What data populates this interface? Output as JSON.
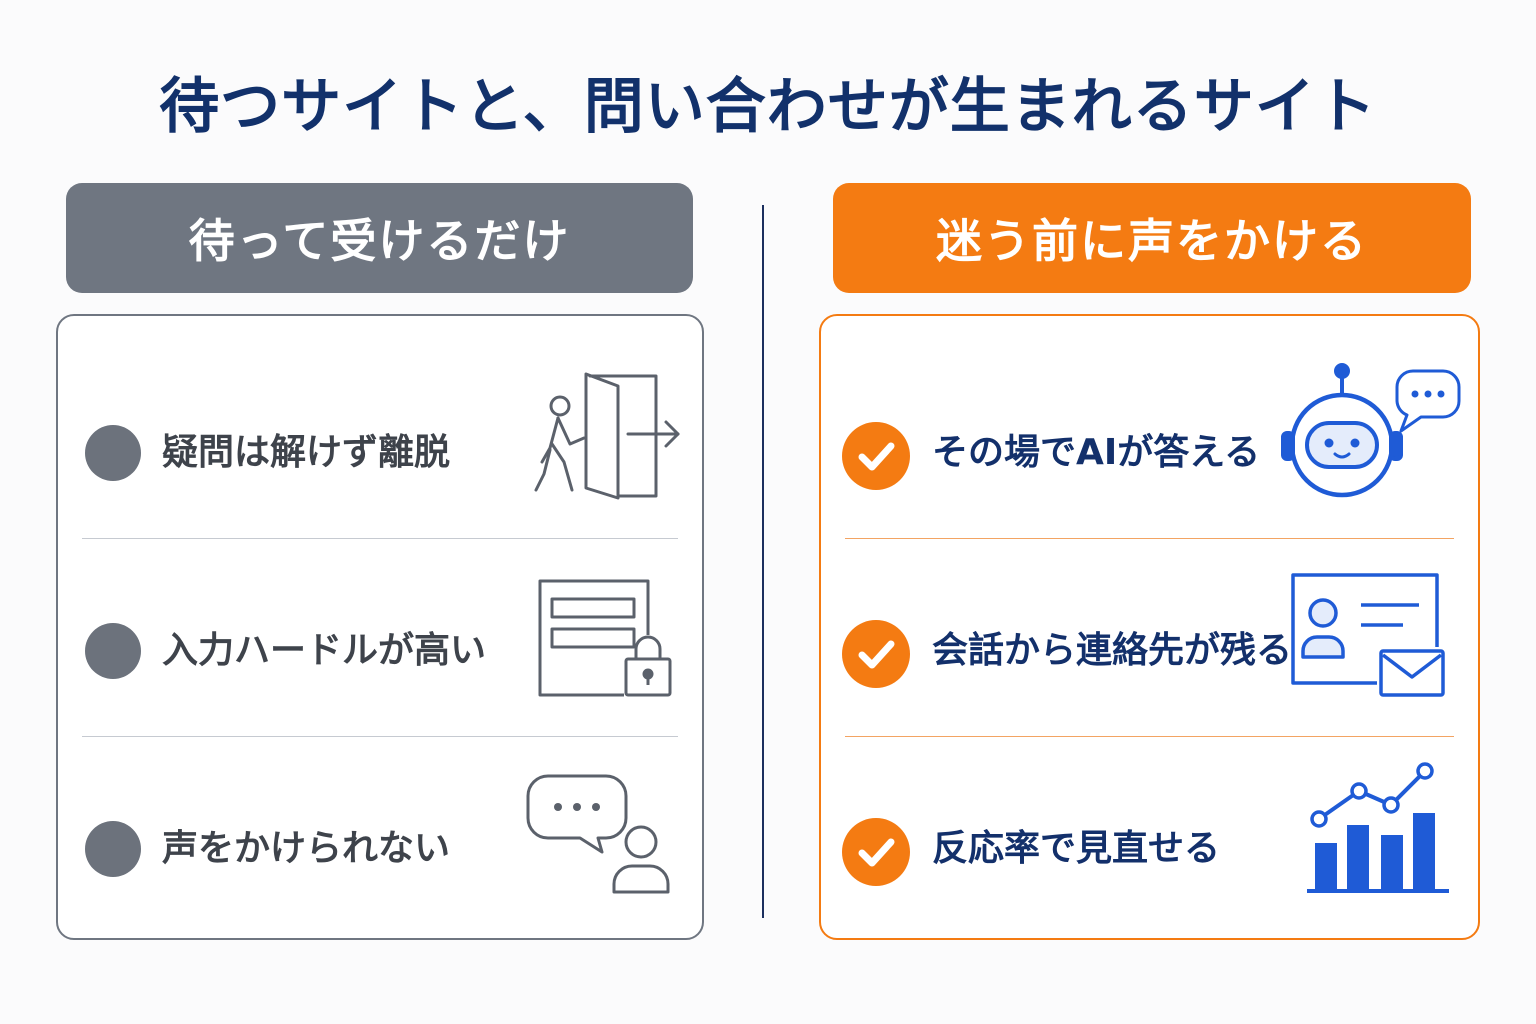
{
  "title": "待つサイトと、問い合わせが生まれるサイト",
  "left": {
    "header": "待って受けるだけ",
    "items": [
      {
        "label": "疑問は解けず離脱",
        "icon": "exit-door-icon"
      },
      {
        "label": "入力ハードルが高い",
        "icon": "locked-form-icon"
      },
      {
        "label": "声をかけられない",
        "icon": "chat-bubble-person-icon"
      }
    ]
  },
  "right": {
    "header": "迷う前に声をかける",
    "items": [
      {
        "label": "その場でAIが答える",
        "icon": "ai-robot-chat-icon"
      },
      {
        "label": "会話から連絡先が残る",
        "icon": "contact-card-mail-icon"
      },
      {
        "label": "反応率で見直せる",
        "icon": "bar-line-chart-icon"
      }
    ]
  },
  "colors": {
    "title": "#12316b",
    "left_accent": "#6f7681",
    "right_accent": "#f47b12",
    "icon_blue": "#1f5bd6",
    "divider": "#1b2f5e"
  }
}
